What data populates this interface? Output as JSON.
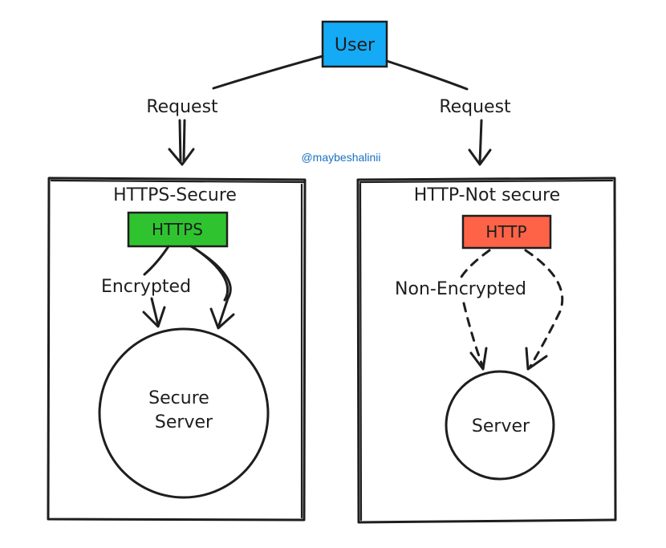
{
  "user": {
    "label": "User",
    "color": "#15aaf5"
  },
  "watermark": "@maybeshalinii",
  "left": {
    "request": "Request",
    "panel_title": "HTTPS-Secure",
    "protocol": {
      "label": "HTTPS",
      "color": "#2fc42f"
    },
    "edge_label": "Encrypted",
    "server_lines": [
      "Secure",
      "Server"
    ]
  },
  "right": {
    "request": "Request",
    "panel_title": "HTTP-Not secure",
    "protocol": {
      "label": "HTTP",
      "color": "#ff6347"
    },
    "edge_label": "Non-Encrypted",
    "server_lines": [
      "Server"
    ]
  }
}
